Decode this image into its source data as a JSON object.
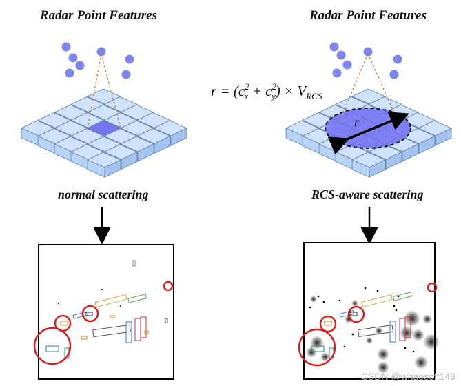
{
  "left": {
    "title": "Radar Point Features",
    "label": "normal scattering"
  },
  "right": {
    "title": "Radar Point Features",
    "label": "RCS-aware scattering",
    "formula": {
      "lhs": "r = (c",
      "cx_sup": "2",
      "cx_sub": "x",
      "plus": " + c",
      "cy_sup": "2",
      "cy_sub": "y",
      "rhs": ") × V",
      "v_sub": "RCS",
      "radius_label": "r"
    }
  },
  "watermark": "CSDN @whaosoft143",
  "colors": {
    "point": "#7f86ea",
    "cell_top": "#cfe3ff",
    "cell_side": "#a9c8f0",
    "cell_highlight": "#7376f0",
    "circle_red": "#dd1e1e",
    "cone": "#c07a3c"
  }
}
